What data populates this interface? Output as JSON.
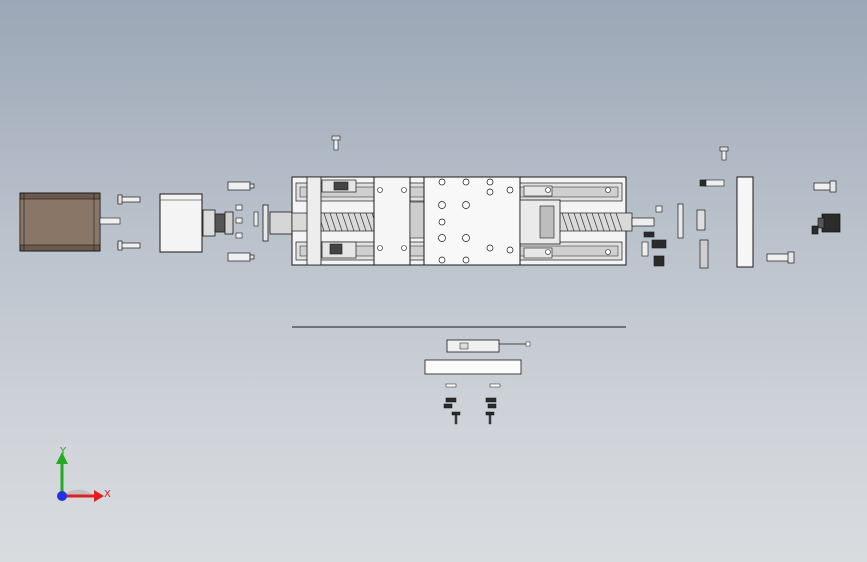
{
  "viewport": {
    "background_top": "#9ba7b6",
    "background_bottom": "#d9dcdf"
  },
  "assembly": {
    "parts": {
      "motor": "stepper-motor",
      "coupling_housing": "coupling-housing",
      "coupling": "flex-coupling",
      "bearing_block_left": "bearing-block",
      "ball_screw": "ball-screw",
      "carriage_plate": "carriage-plate",
      "linear_guide_rails": "linear-guide-rails",
      "end_plate_right": "end-plate",
      "end_cap": "end-cap",
      "knob": "handwheel-knob",
      "cover_strip": "dust-cover-strip",
      "sensor": "limit-sensor",
      "sensor_mount": "sensor-mount-plate"
    },
    "colors": {
      "edge": "#1a1a1a",
      "metal_light": "#f2f2f2",
      "metal_mid": "#c9c9c9",
      "motor_body": "#6b5a4d",
      "dark_part": "#2b2b2b"
    }
  },
  "triad": {
    "x_label": "X",
    "y_label": "Y",
    "x_color": "#e02020",
    "y_color": "#22aa22",
    "z_color": "#2233dd"
  }
}
